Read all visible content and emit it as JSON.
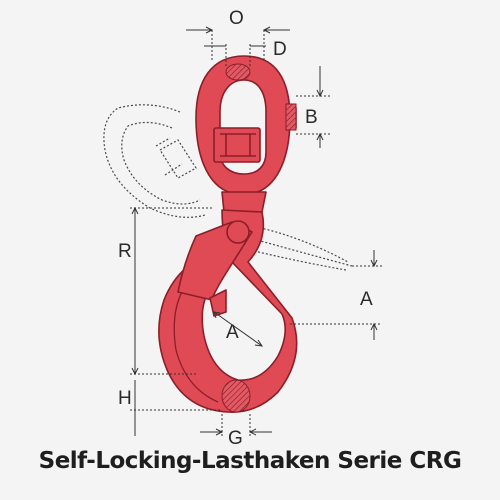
{
  "diagram": {
    "labels": {
      "O": "O",
      "D": "D",
      "B": "B",
      "R": "R",
      "A_right": "A",
      "A_inner": "A",
      "H": "H",
      "G": "G"
    },
    "colors": {
      "hook_fill": "#df4a55",
      "hook_outline": "#8c1e2a",
      "dimension_lines": "#333333",
      "phantom_outline": "#4a4a4a"
    }
  },
  "caption": "Self-Locking-Lasthaken Serie CRG"
}
